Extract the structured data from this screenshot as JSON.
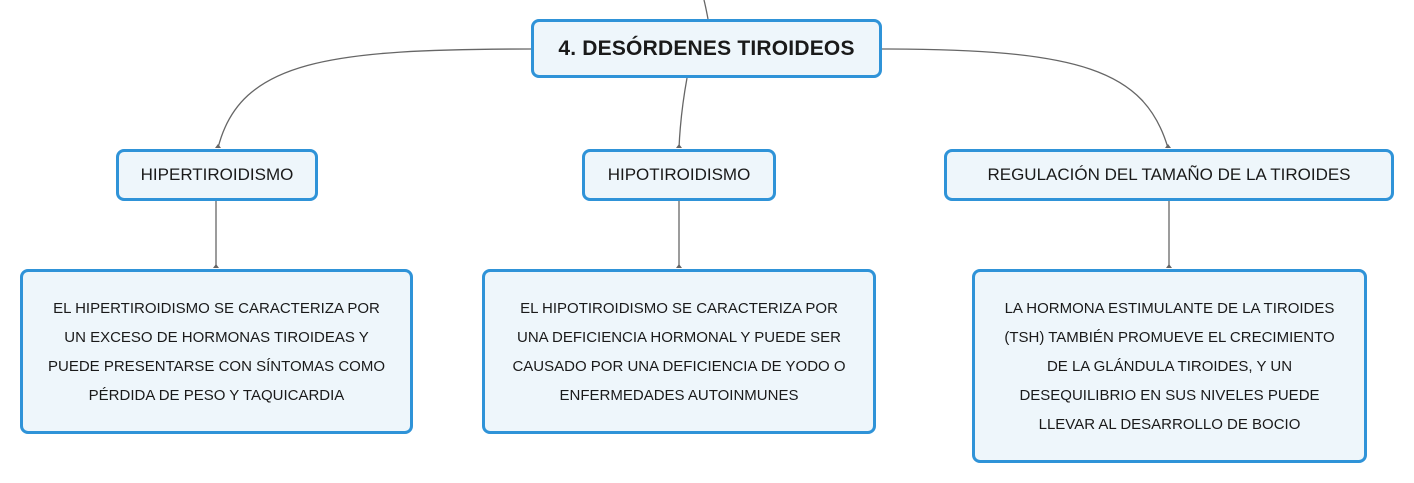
{
  "colors": {
    "node_border": "#2f93d8",
    "node_fill": "#eef6fb",
    "connector": "#666666"
  },
  "root": {
    "title": "4. DESÓRDENES TIROIDEOS"
  },
  "branches": [
    {
      "topic": "HIPERTIROIDISMO",
      "detail_lines": [
        "EL HIPERTIROIDISMO SE CARACTERIZA POR",
        "UN EXCESO DE HORMONAS TIROIDEAS Y",
        "PUEDE PRESENTARSE CON SÍNTOMAS COMO",
        "PÉRDIDA DE PESO Y TAQUICARDIA"
      ]
    },
    {
      "topic": "HIPOTIROIDISMO",
      "detail_lines": [
        "EL HIPOTIROIDISMO SE CARACTERIZA POR",
        "UNA DEFICIENCIA HORMONAL Y PUEDE SER",
        "CAUSADO POR UNA DEFICIENCIA DE YODO O",
        "ENFERMEDADES AUTOINMUNES"
      ]
    },
    {
      "topic": "REGULACIÓN DEL TAMAÑO DE LA TIROIDES",
      "detail_lines": [
        "LA HORMONA ESTIMULANTE DE LA TIROIDES",
        "(TSH) TAMBIÉN PROMUEVE EL CRECIMIENTO",
        "DE LA GLÁNDULA TIROIDES, Y UN",
        "DESEQUILIBRIO EN SUS NIVELES PUEDE",
        "LLEVAR AL DESARROLLO DE BOCIO"
      ]
    }
  ]
}
